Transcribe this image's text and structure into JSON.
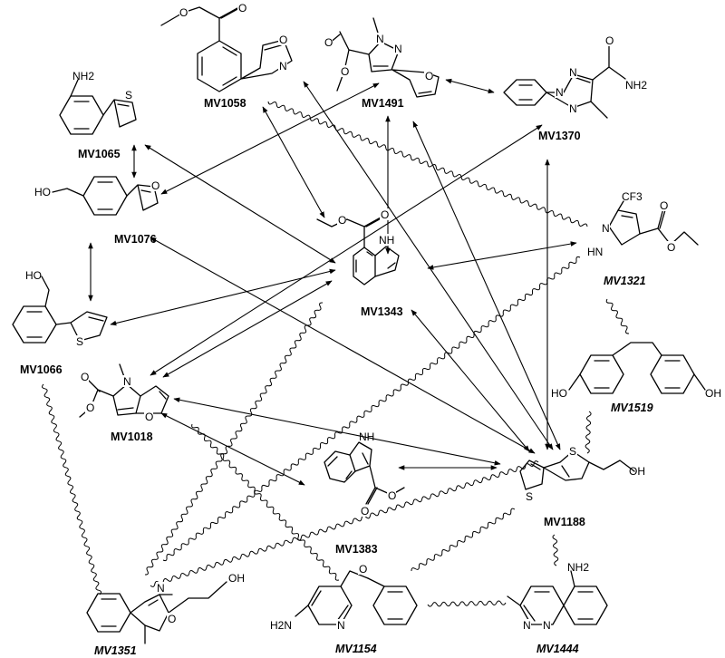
{
  "compounds": [
    {
      "id": "MV1058",
      "label": "MV1058",
      "italic": false
    },
    {
      "id": "MV1491",
      "label": "MV1491",
      "italic": false
    },
    {
      "id": "MV1370",
      "label": "MV1370",
      "italic": false
    },
    {
      "id": "MV1065",
      "label": "MV1065",
      "italic": false
    },
    {
      "id": "MV1076",
      "label": "MV1076",
      "italic": false
    },
    {
      "id": "MV1343",
      "label": "MV1343",
      "italic": false
    },
    {
      "id": "MV1321",
      "label": "MV1321",
      "italic": true
    },
    {
      "id": "MV1066",
      "label": "MV1066",
      "italic": false
    },
    {
      "id": "MV1519",
      "label": "MV1519",
      "italic": true
    },
    {
      "id": "MV1018",
      "label": "MV1018",
      "italic": false
    },
    {
      "id": "MV1383",
      "label": "MV1383",
      "italic": false
    },
    {
      "id": "MV1188",
      "label": "MV1188",
      "italic": false
    },
    {
      "id": "MV1351",
      "label": "MV1351",
      "italic": true
    },
    {
      "id": "MV1154",
      "label": "MV1154",
      "italic": true
    },
    {
      "id": "MV1444",
      "label": "MV1444",
      "italic": true
    }
  ],
  "atom_labels": {
    "mv1058_o_ring": "O",
    "mv1058_n_ring": "N",
    "mv1058_o_ester1": "O",
    "mv1058_o_ester2": "O",
    "mv1491_n1": "N",
    "mv1491_n2": "N",
    "mv1491_o_furan": "O",
    "mv1491_o1": "O",
    "mv1491_o2": "O",
    "mv1370_n1": "N",
    "mv1370_n2": "N",
    "mv1370_n3": "N",
    "mv1370_o": "O",
    "mv1370_nh2": "NH2",
    "mv1065_nh2": "NH2",
    "mv1065_s": "S",
    "mv1076_ho": "HO",
    "mv1076_o": "O",
    "mv1343_nh": "NH",
    "mv1343_o1": "O",
    "mv1343_o2": "O",
    "mv1321_cf3": "CF3",
    "mv1321_hn": "HN",
    "mv1321_n": "N",
    "mv1321_o1": "O",
    "mv1321_o2": "O",
    "mv1066_ho": "HO",
    "mv1066_s": "S",
    "mv1519_ho1": "HO",
    "mv1519_oh2": "OH",
    "mv1018_n": "N",
    "mv1018_o_ring": "O",
    "mv1018_o1": "O",
    "mv1018_o2": "O",
    "mv1383_nh": "NH",
    "mv1383_o1": "O",
    "mv1383_o2": "O",
    "mv1188_s1": "S",
    "mv1188_s2": "S",
    "mv1188_oh": "OH",
    "mv1351_o": "O",
    "mv1351_n": "N",
    "mv1351_oh": "OH",
    "mv1154_o": "O",
    "mv1154_n": "N",
    "mv1154_h2n": "H2N",
    "mv1444_nh2": "NH2",
    "mv1444_n1": "N",
    "mv1444_n2": "N"
  },
  "edges_arrow": [
    {
      "from": "MV1491",
      "to": "MV1370"
    },
    {
      "from": "MV1065",
      "to": "MV1076"
    },
    {
      "from": "MV1076",
      "to": "MV1066"
    },
    {
      "from": "MV1058",
      "to": "MV1343"
    },
    {
      "from": "MV1491",
      "to": "MV1343"
    },
    {
      "from": "MV1491",
      "to": "MV1076"
    },
    {
      "from": "MV1065",
      "to": "MV1343"
    },
    {
      "from": "MV1343",
      "to": "MV1321"
    },
    {
      "from": "MV1343",
      "to": "MV1066"
    },
    {
      "from": "MV1370",
      "to": "MV1018"
    },
    {
      "from": "MV1343",
      "to": "MV1018"
    },
    {
      "from": "MV1018",
      "to": "MV1188"
    },
    {
      "from": "MV1383",
      "to": "MV1188"
    },
    {
      "from": "MV1018",
      "to": "MV1383"
    },
    {
      "from": "MV1370",
      "to": "MV1188"
    },
    {
      "from": "MV1058",
      "to": "MV1188"
    },
    {
      "from": "MV1491",
      "to": "MV1188"
    },
    {
      "from": "MV1076",
      "to": "MV1188"
    },
    {
      "from": "MV1343",
      "to": "MV1188"
    }
  ],
  "edges_wavy": [
    {
      "from": "MV1058",
      "to": "MV1321"
    },
    {
      "from": "MV1066",
      "to": "MV1351"
    },
    {
      "from": "MV1018",
      "to": "MV1154"
    },
    {
      "from": "MV1154",
      "to": "MV1444"
    },
    {
      "from": "MV1188",
      "to": "MV1519"
    },
    {
      "from": "MV1188",
      "to": "MV1444"
    },
    {
      "from": "MV1188",
      "to": "MV1154"
    },
    {
      "from": "MV1321",
      "to": "MV1519"
    },
    {
      "from": "MV1351",
      "to": "MV1321"
    },
    {
      "from": "MV1351",
      "to": "MV1343"
    },
    {
      "from": "MV1188",
      "to": "MV1351"
    }
  ],
  "colors": {
    "line": "#000000",
    "background": "#ffffff"
  }
}
